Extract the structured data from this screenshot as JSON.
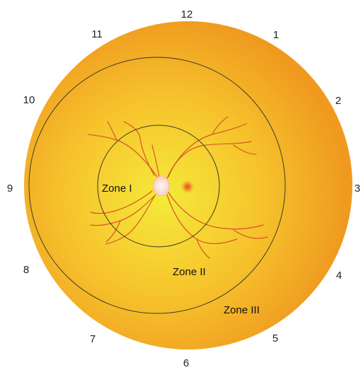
{
  "clock_hours": [
    "12",
    "1",
    "2",
    "3",
    "4",
    "5",
    "6",
    "7",
    "8",
    "9",
    "10",
    "11"
  ],
  "zones": {
    "zone1": "Zone I",
    "zone2": "Zone II",
    "zone3": "Zone III"
  },
  "colors": {
    "retina_center": "#f5ea3a",
    "retina_mid": "#f6c22c",
    "retina_edge": "#ef9a1f",
    "vessel": "#d9552a",
    "zone_line": "#3b3b25",
    "optic_disc": "#fbe6e0",
    "macula": "#e8541c"
  }
}
